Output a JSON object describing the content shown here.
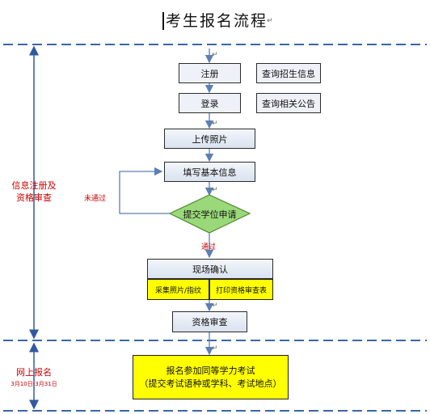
{
  "title": "考生报名流程",
  "section1_label_line1": "信息注册及",
  "section1_label_line2": "资格审查",
  "section2_label": "网上报名",
  "section2_date": "3月10日-3月31日",
  "steps": {
    "register": "注册",
    "query_admission": "查询招生信息",
    "login": "登录",
    "query_notice": "查询相关公告",
    "upload_photo": "上传照片",
    "fill_info": "填写基本信息",
    "submit_apply": "提交学位申请",
    "onsite_confirm": "现场确认",
    "collect_photo": "采集照片/指纹",
    "print_form": "打印资格审查表",
    "qual_review": "资格审查",
    "exam_reg_line1": "报名参加同等学力考试",
    "exam_reg_line2": "（提交考试语种或学科、考试地点）"
  },
  "edge_labels": {
    "fail": "未通过",
    "pass": "通过"
  },
  "colors": {
    "dash_line": "#3a66a8",
    "arrow": "#5b7fb5",
    "diamond_fill": "#9bd87a",
    "diamond_stroke": "#4c8a2f",
    "label_red": "#cc0000",
    "yellow": "#ffff00"
  }
}
